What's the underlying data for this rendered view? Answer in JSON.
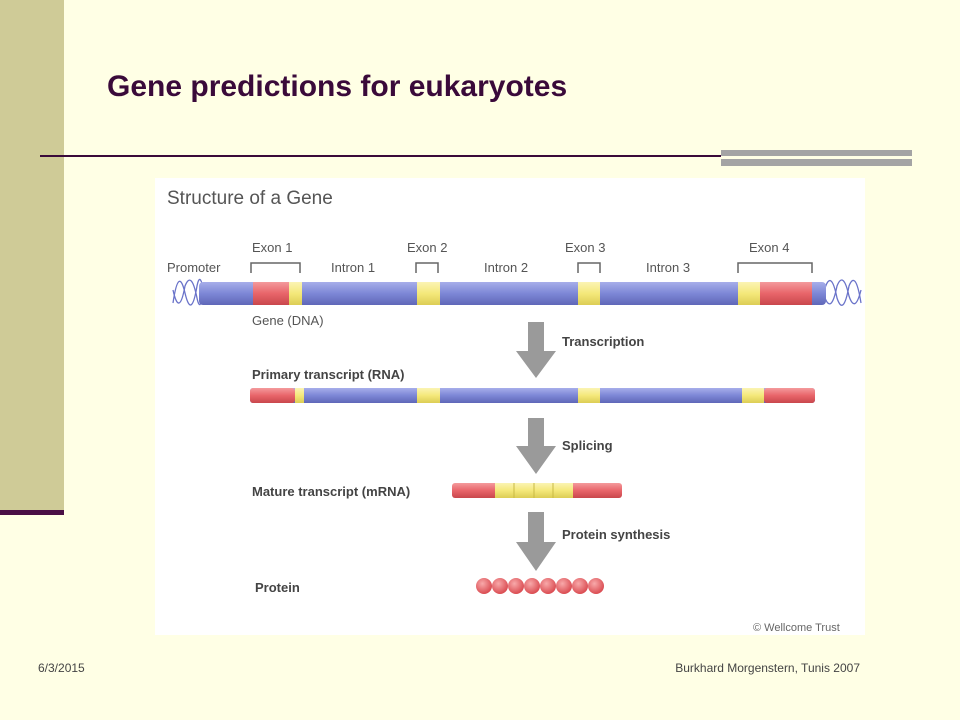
{
  "slide": {
    "title": "Gene predictions for eukaryotes",
    "footer_date": "6/3/2015",
    "footer_author": "Burkhard Morgenstern, Tunis 2007"
  },
  "figure": {
    "title": "Structure of a Gene",
    "labels": {
      "promoter": "Promoter",
      "exon1": "Exon 1",
      "intron1": "Intron 1",
      "exon2": "Exon 2",
      "intron2": "Intron 2",
      "exon3": "Exon 3",
      "intron3": "Intron 3",
      "exon4": "Exon 4",
      "gene_dna": "Gene (DNA)"
    },
    "steps": {
      "transcription": "Transcription",
      "primary": "Primary transcript (RNA)",
      "splicing": "Splicing",
      "mature": "Mature transcript (mRNA)",
      "synthesis": "Protein synthesis",
      "protein": "Protein"
    },
    "credit": "© Wellcome Trust",
    "colors": {
      "dna_blue": "#7D87D6",
      "exon_red": "#E8656A",
      "utr_yellow": "#F4E87A",
      "arrow_gray": "#9A9A9A",
      "text_gray": "#555555"
    }
  }
}
